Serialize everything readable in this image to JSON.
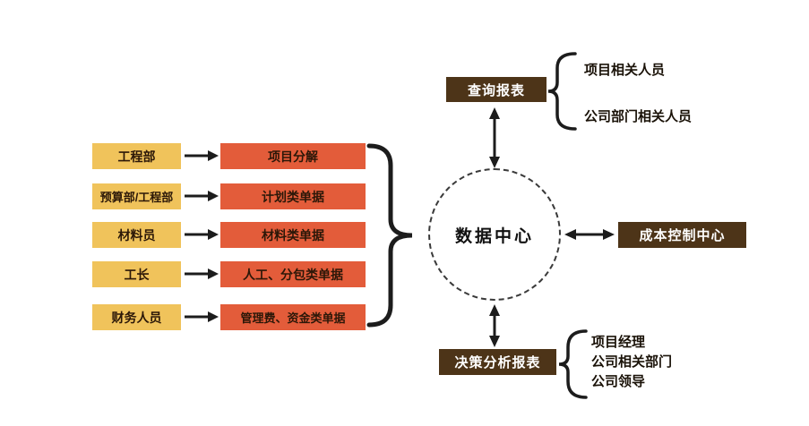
{
  "diagram": {
    "center": {
      "label": "数据中心"
    },
    "left_flows": [
      {
        "source": "工程部",
        "target": "项目分解"
      },
      {
        "source": "预算部/工程部",
        "target": "计划类单据"
      },
      {
        "source": "材料员",
        "target": "材料类单据"
      },
      {
        "source": "工长",
        "target": "人工、分包类单据"
      },
      {
        "source": "财务人员",
        "target": "管理费、资金类单据"
      }
    ],
    "query_report": {
      "label": "查询报表",
      "audiences": [
        "项目相关人员",
        "公司部门相关人员"
      ]
    },
    "cost_control": {
      "label": "成本控制中心"
    },
    "decision_report": {
      "label": "决策分析报表",
      "audiences": [
        "项目经理",
        "公司相关部门",
        "公司领导"
      ]
    },
    "colors": {
      "role_box": "#F0C35B",
      "doc_box": "#E35C3A",
      "hub_box": "#4D3418",
      "connector": "#1c1c1c"
    }
  }
}
